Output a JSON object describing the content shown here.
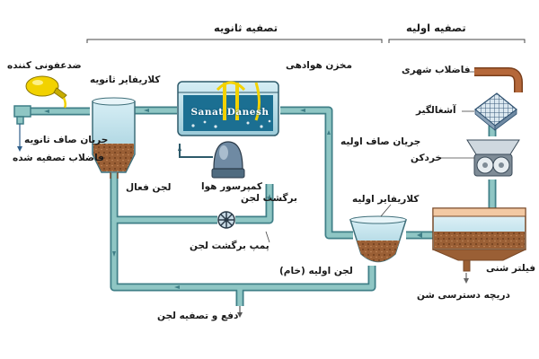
{
  "sections": {
    "primary": "تصفیه اولیه",
    "secondary": "تصفیه ثانویه"
  },
  "labels": {
    "city_sewage": "فاضلاب شهری",
    "screen": "آشغالگیر",
    "grinder": "خردکن",
    "grit_filter": "فیلتر شنی",
    "grit_access": "دریچه دسترسی شن",
    "primary_clarifier": "کلاریفایر اولیه",
    "primary_effluent": "جریان صاف اولیه",
    "raw_sludge": "لجن اولیه (خام)",
    "aeration_tank": "مخزن هوادهی",
    "air_compressor": "کمپرسور هوا",
    "return_sludge": "برگشت لجن",
    "return_pump": "پمپ برگشت لجن",
    "secondary_clarifier": "کلاریفایر ثانویه",
    "activated_sludge": "لجن فعال",
    "disinfectant": "ضدعفونی کننده",
    "secondary_effluent": "جریان صاف ثانویه",
    "treated_wastewater": "فاضلاب تصفیه شده",
    "sludge_disposal": "دفع و تصفیه لجن"
  },
  "watermark": {
    "text": "Sanat Danesh"
  },
  "colors": {
    "pipe_fill": "#8fc6c4",
    "pipe_edge": "#3f7f87",
    "water": "#bfe2ec",
    "sludge": "#a0673c",
    "sewage": "#b5683a",
    "yellow": "#f2d200"
  }
}
